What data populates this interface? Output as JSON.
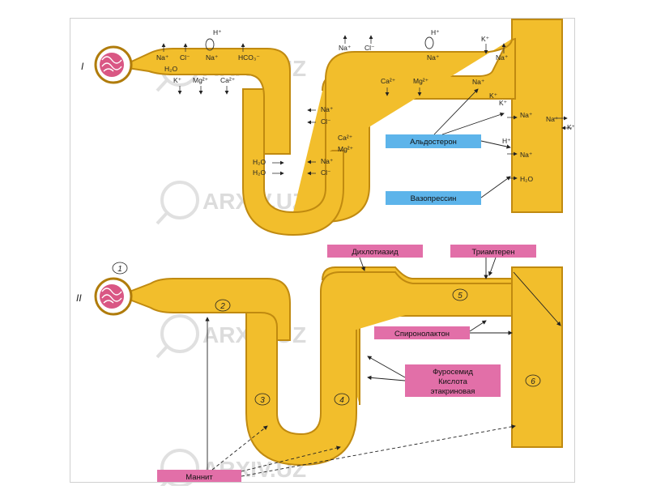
{
  "panel_top": {
    "numeral": "I",
    "ions": {
      "h_plus_1": "H⁺",
      "h_plus_2": "H⁺",
      "h_plus_3": "H⁺",
      "na_1": "Na⁺",
      "cl_1": "Cl⁻",
      "na_2": "Na⁺",
      "hco3": "HCO₃⁻",
      "h2o_1": "H₂O",
      "k_1": "K⁺",
      "mg_1": "Mg²⁺",
      "ca_1": "Ca²⁺",
      "na_dcl": "Na⁺",
      "cl_dcl": "Cl⁻",
      "na_3": "Na⁺",
      "cl_3": "Cl⁻",
      "na_4": "Na⁺",
      "ca_2": "Ca²⁺",
      "mg_2": "Mg²⁺",
      "k_2": "K⁺",
      "na_5": "Na⁺",
      "na_6": "Na⁺",
      "k_3": "K⁺",
      "k_4": "K⁺",
      "na_7": "Na⁺",
      "na_8": "Na⁺",
      "k_5": "K⁺",
      "na_9": "Na⁺",
      "h2o_2": "H₂O",
      "na_asc": "Na⁺",
      "cl_asc": "Cl⁻",
      "ca_asc": "Ca²⁺",
      "mg_asc": "Mg²⁺",
      "h2o_3": "H₂O",
      "h2o_4": "H₂O"
    },
    "labels": {
      "aldosterone": "Альдостерон",
      "vasopressin": "Вазопрессин"
    }
  },
  "panel_bottom": {
    "numeral": "II",
    "segments": [
      "1",
      "2",
      "3",
      "4",
      "5",
      "6"
    ],
    "drugs": {
      "dichlothiazide": "Дихлотиазид",
      "triamterene": "Триамтерен",
      "spironolactone": "Спиронолактон",
      "furosemide_1": "Фуросемид",
      "furosemide_2": "Кислота",
      "furosemide_3": "этакриновая",
      "mannitol": "Маннит"
    }
  },
  "colors": {
    "tubule_fill": "#F2BE2C",
    "tubule_edge": "#C08A10",
    "hormone_box": "#5DB4EA",
    "drug_box": "#E26FA8",
    "glomerulus": "#D23A6E"
  },
  "watermark": "ARXIV.UZ"
}
